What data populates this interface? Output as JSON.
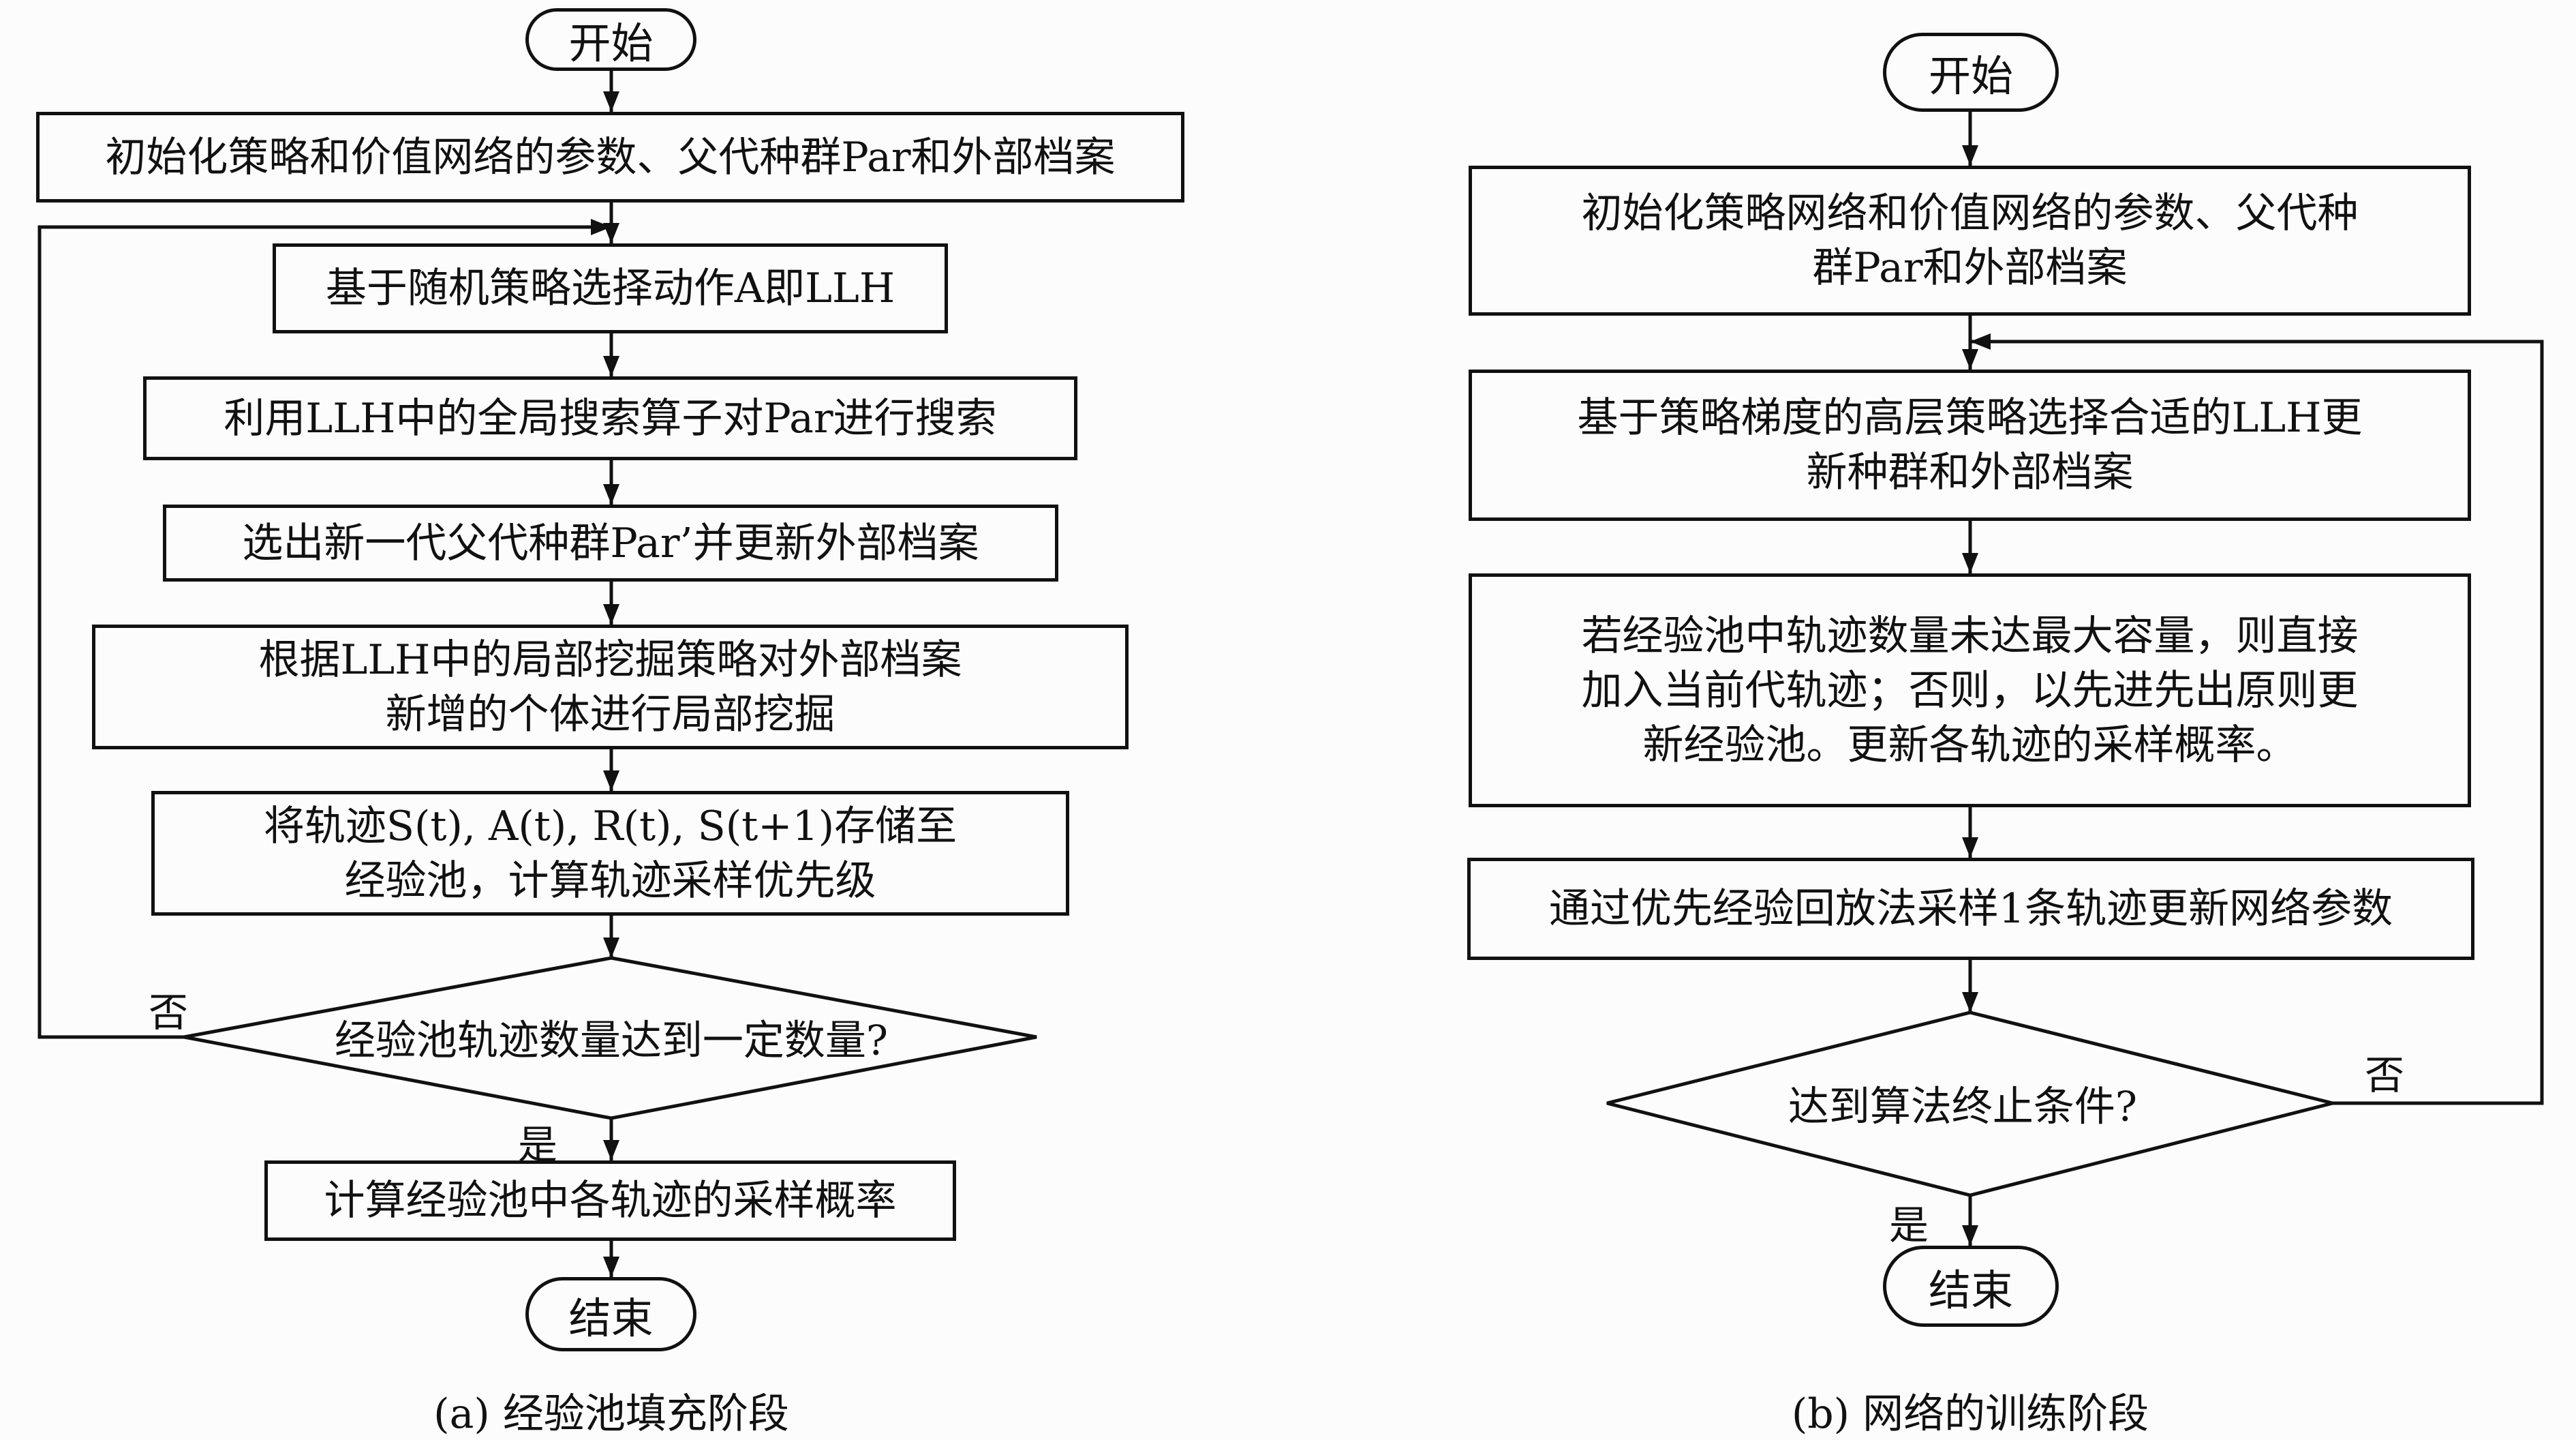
{
  "left_chart": {
    "start": "开始",
    "steps": [
      "初始化策略和价值网络的参数、父代种群Par和外部档案",
      "基于随机策略选择动作A即LLH",
      "利用LLH中的全局搜索算子对Par进行搜索",
      "选出新一代父代种群Par’并更新外部档案",
      [
        "根据LLH中的局部挖掘策略对外部档案",
        "新增的个体进行局部挖掘"
      ],
      [
        "将轨迹S(t), A(t), R(t), S(t+1)存储至",
        "经验池，计算轨迹采样优先级"
      ]
    ],
    "decision": "经验池轨迹数量达到一定数量?",
    "no_label": "否",
    "yes_label": "是",
    "after_decision": "计算经验池中各轨迹的采样概率",
    "end": "结束",
    "caption": "(a) 经验池填充阶段"
  },
  "right_chart": {
    "start": "开始",
    "steps": [
      [
        "初始化策略网络和价值网络的参数、父代种",
        "群Par和外部档案"
      ],
      [
        "基于策略梯度的高层策略选择合适的LLH更",
        "新种群和外部档案"
      ],
      [
        "若经验池中轨迹数量未达最大容量，则直接",
        "加入当前代轨迹；否则，以先进先出原则更",
        "新经验池。更新各轨迹的采样概率。"
      ],
      "通过优先经验回放法采样1条轨迹更新网络参数"
    ],
    "decision": "达到算法终止条件?",
    "no_label": "否",
    "yes_label": "是",
    "end": "结束",
    "caption": "(b) 网络的训练阶段"
  }
}
